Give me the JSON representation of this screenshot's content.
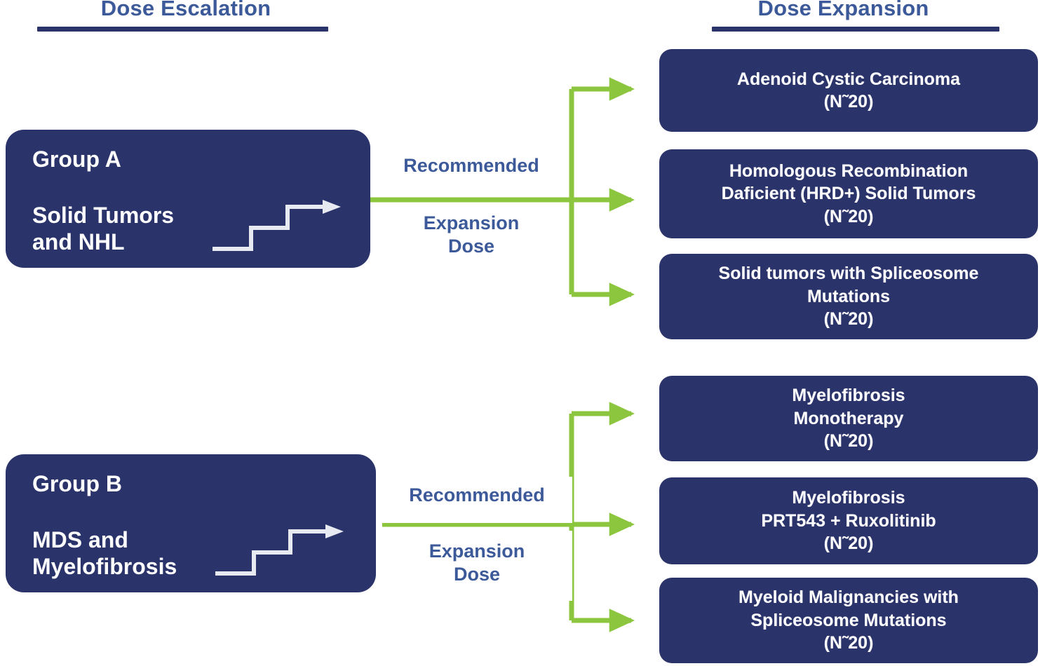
{
  "headers": {
    "escalation": "Dose Escalation",
    "expansion": "Dose Expansion"
  },
  "colors": {
    "navy": "#2B336B",
    "label_blue": "#3C5A99",
    "green": "#8CC63E",
    "white": "#FFFFFF"
  },
  "connector_label": {
    "line1": "Recommended",
    "line2": "Expansion\nDose"
  },
  "groups": [
    {
      "id": "group-a",
      "title": "Group A",
      "subtitle": "Solid Tumors\nand NHL",
      "icon": "dose-escalation-stairs-icon",
      "arms": [
        {
          "id": "adenoid-cystic-carcinoma",
          "label": "Adenoid Cystic Carcinoma\n(N˜20)"
        },
        {
          "id": "hrd-positive-solid-tumors",
          "label": "Homologous Recombination\nDaficient (HRD+) Solid Tumors\n(N˜20)"
        },
        {
          "id": "solid-tumors-spliceosome",
          "label": "Solid tumors with Spliceosome\nMutations\n(N˜20)"
        }
      ]
    },
    {
      "id": "group-b",
      "title": "Group B",
      "subtitle": "MDS and\nMyelofibrosis",
      "icon": "dose-escalation-stairs-icon",
      "arms": [
        {
          "id": "myelofibrosis-monotherapy",
          "label": "Myelofibrosis\nMonotherapy\n(N˜20)"
        },
        {
          "id": "myelofibrosis-prt543-ruxolitinib",
          "label": "Myelofibrosis\nPRT543 + Ruxolitinib\n(N˜20)"
        },
        {
          "id": "myeloid-malignancies-spliceosome",
          "label": "Myeloid Malignancies with\nSpliceosome Mutations\n(N˜20)"
        }
      ]
    }
  ]
}
